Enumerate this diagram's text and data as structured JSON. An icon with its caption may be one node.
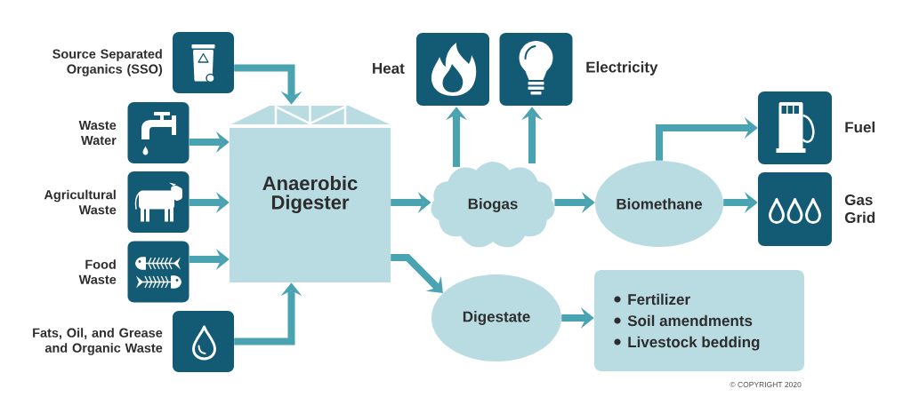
{
  "diagram": {
    "nodes": [
      {
        "text": [
          "Source Separated Organics (SSO)"
        ]
      },
      {
        "text": [
          "Waste Water"
        ]
      },
      {
        "text": [
          "Agricultural Waste"
        ]
      },
      {
        "text": [
          "Food Waste"
        ]
      },
      {
        "text": [
          "Fats, Oil, and Grease and Organic Waste"
        ]
      },
      {
        "text": [
          "Anaerobic Digester"
        ]
      },
      {
        "text": [
          "Biogas"
        ]
      },
      {
        "text": [
          "Heat"
        ]
      },
      {
        "text": [
          "Electricity"
        ]
      },
      {
        "text": [
          "Biomethane"
        ]
      },
      {
        "text": [
          "Fuel"
        ]
      },
      {
        "text": [
          "Gas Grid"
        ]
      },
      {
        "text": [
          "Digestate"
        ]
      },
      {
        "text": [
          "Fertilizer",
          "Soil amendments",
          "Livestock bedding"
        ]
      }
    ],
    "edges": [
      {
        "from": 0,
        "to": 5,
        "arrow": "to"
      },
      {
        "from": 1,
        "to": 5,
        "arrow": "to"
      },
      {
        "from": 2,
        "to": 5,
        "arrow": "to"
      },
      {
        "from": 3,
        "to": 5,
        "arrow": "to"
      },
      {
        "from": 4,
        "to": 5,
        "arrow": "to"
      },
      {
        "from": 5,
        "to": 6,
        "arrow": "to"
      },
      {
        "from": 5,
        "to": 12,
        "arrow": "to"
      },
      {
        "from": 6,
        "to": 7,
        "arrow": "to"
      },
      {
        "from": 6,
        "to": 8,
        "arrow": "to"
      },
      {
        "from": 6,
        "to": 9,
        "arrow": "to"
      },
      {
        "from": 9,
        "to": 10,
        "arrow": "to"
      },
      {
        "from": 9,
        "to": 11,
        "arrow": "to"
      },
      {
        "from": 12,
        "to": 13,
        "arrow": "to"
      }
    ],
    "labels": [
      "© COPYRIGHT 2020"
    ]
  }
}
